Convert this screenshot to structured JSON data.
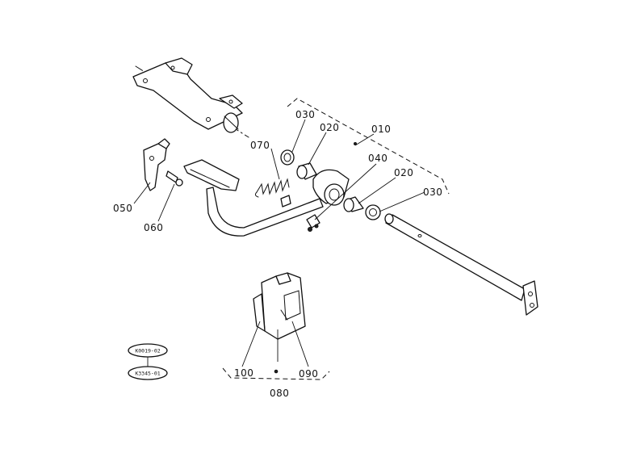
{
  "callouts": {
    "c010": "010",
    "c020a": "020",
    "c020b": "020",
    "c030a": "030",
    "c030b": "030",
    "c040": "040",
    "c050": "050",
    "c060": "060",
    "c070": "070",
    "c080": "080",
    "c090": "090",
    "c100": "100"
  },
  "references": {
    "ref1": "K0019-02",
    "ref2": "K3345-01"
  }
}
